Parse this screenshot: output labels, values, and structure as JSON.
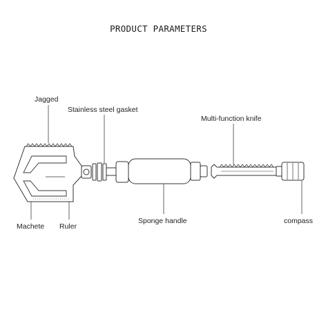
{
  "title": "PRODUCT PARAMETERS",
  "labels": {
    "jagged": "Jagged",
    "gasket": "Stainless steel gasket",
    "knife": "Multi-function knife",
    "machete": "Machete",
    "ruler": "Ruler",
    "sponge": "Sponge handle",
    "compass": "compass"
  },
  "colors": {
    "ink": "#222222",
    "line": "#333333",
    "pointer": "#555555"
  }
}
